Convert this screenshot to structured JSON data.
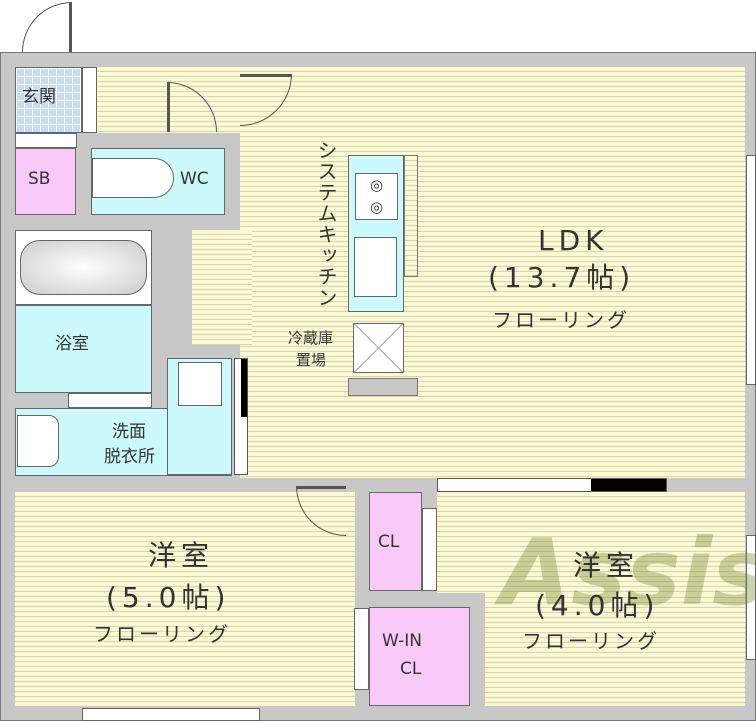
{
  "rooms": {
    "entrance": "玄関",
    "shoe_box": "SB",
    "toilet": "WC",
    "bathroom": "浴室",
    "washroom_line1": "洗面",
    "washroom_line2": "脱衣所",
    "kitchen": "システムキッチン",
    "fridge_line1": "冷蔵庫",
    "fridge_line2": "置場",
    "ldk_name": "LDK",
    "ldk_size": "(13.7帖)",
    "ldk_floor": "フローリング",
    "room1_name": "洋室",
    "room1_size": "(5.0帖)",
    "room1_floor": "フローリング",
    "room2_name": "洋室",
    "room2_size": "(4.0帖)",
    "room2_floor": "フローリング",
    "closet": "CL",
    "walkin_line1": "W-IN",
    "walkin_line2": "CL"
  },
  "watermark": "Assist",
  "colors": {
    "floor": "#fbf9d2",
    "wet": "#ccf9fc",
    "storage": "#f9c9f7",
    "entrance": "#c9dcf7",
    "wall": "#c8c8c8"
  }
}
